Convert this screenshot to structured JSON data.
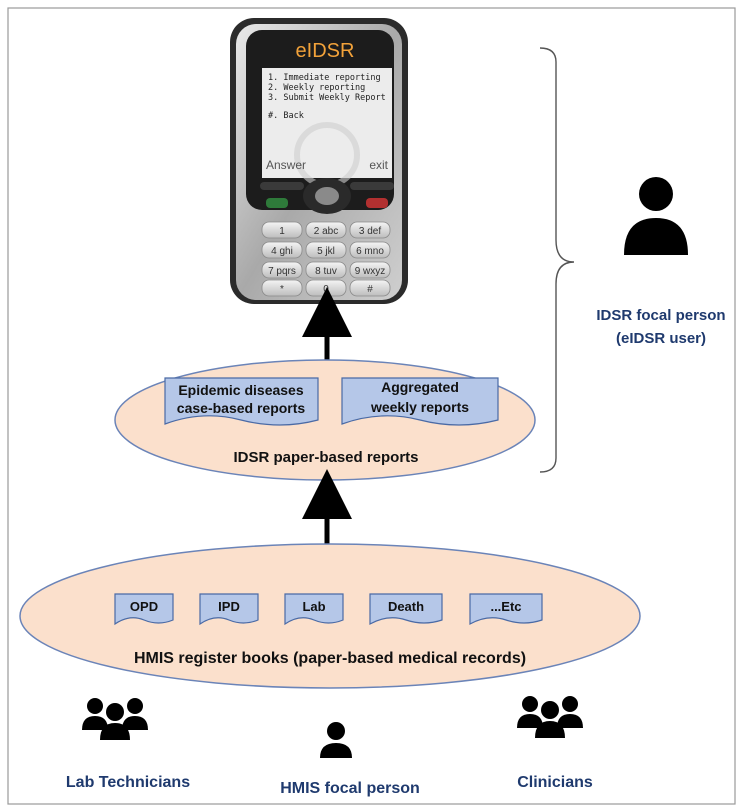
{
  "phone": {
    "brand": "eIDSR",
    "menu": [
      "1. Immediate reporting",
      "2. Weekly reporting",
      "3. Submit Weekly Report"
    ],
    "back": "#. Back",
    "softkey_left": "Answer",
    "softkey_right": "exit",
    "keys": [
      [
        "1",
        ""
      ],
      [
        "2",
        "abc"
      ],
      [
        "3",
        "def"
      ],
      [
        "4",
        "ghi"
      ],
      [
        "5",
        "jkl"
      ],
      [
        "6",
        "mno"
      ],
      [
        "7",
        "pqrs"
      ],
      [
        "8",
        "tuv"
      ],
      [
        "9",
        "wxyz"
      ],
      [
        "*",
        ""
      ],
      [
        "0",
        ""
      ],
      [
        "#",
        ""
      ]
    ]
  },
  "idsr_reports": {
    "label": "IDSR paper-based reports",
    "docs": [
      "Epidemic diseases",
      "case-based reports",
      "Aggregated",
      "weekly reports"
    ]
  },
  "hmis": {
    "label": "HMIS register books (paper-based medical records)",
    "docs": [
      "OPD",
      "IPD",
      "Lab",
      "Death",
      "...Etc"
    ]
  },
  "focal_person": {
    "line1": "IDSR focal person",
    "line2": "(eIDSR user)"
  },
  "people": {
    "lab": "Lab Technicians",
    "hmis_focal": "HMIS focal person",
    "clinicians": "Clinicians"
  },
  "colors": {
    "ellipse_fill": "#fbe0cc",
    "doc_fill": "#b5c7e8",
    "navy_text": "#1f3a6e",
    "brand_orange": "#f2a23a"
  }
}
